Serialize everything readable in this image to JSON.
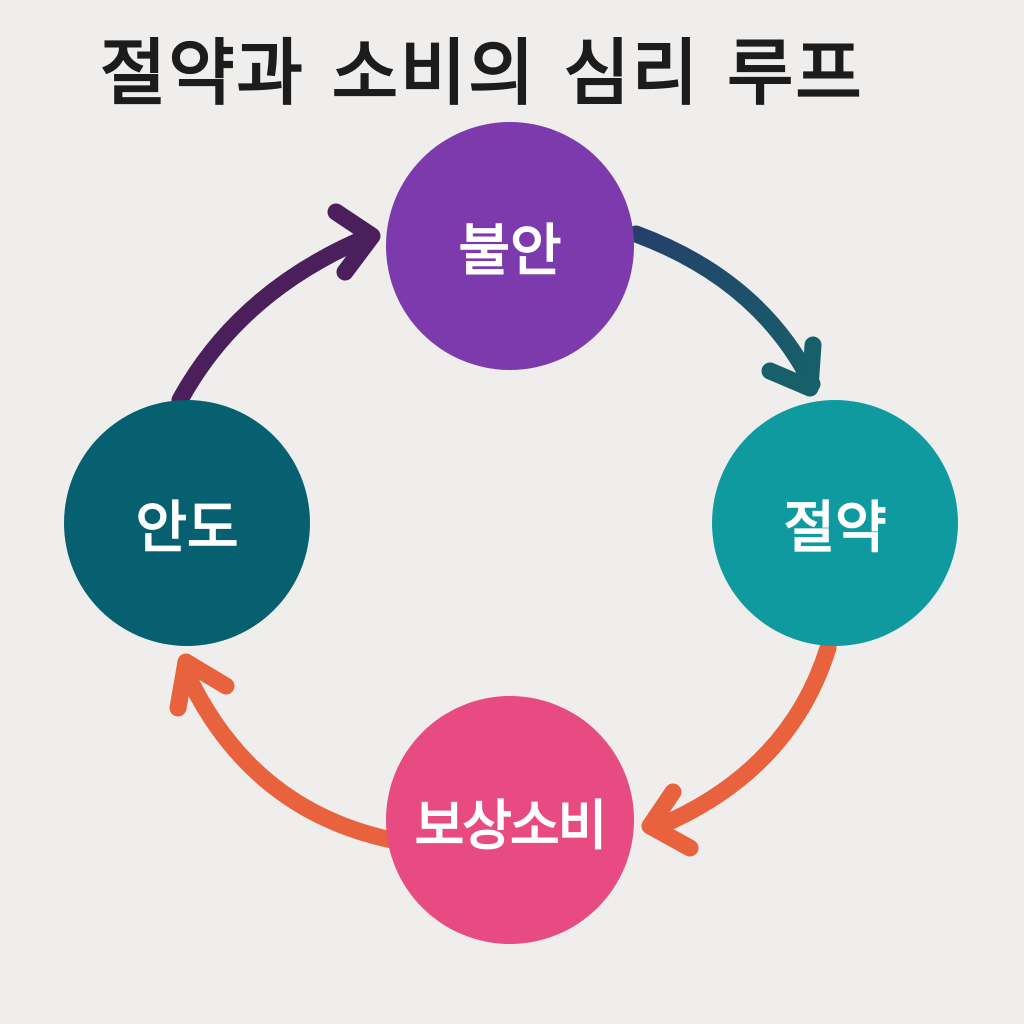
{
  "title": "절약과 소비의 심리 루프",
  "background_color": "#efeeec",
  "nodes": [
    {
      "id": "anxiety",
      "label": "불안",
      "color": "#7d3aad"
    },
    {
      "id": "saving",
      "label": "절약",
      "color": "#0f9aa0"
    },
    {
      "id": "reward",
      "label": "보상소비",
      "color": "#e84a82"
    },
    {
      "id": "relief",
      "label": "안도",
      "color": "#06606f"
    }
  ],
  "edges": [
    {
      "from": "불안",
      "to": "절약",
      "color": "#1f4f6a"
    },
    {
      "from": "절약",
      "to": "보상소비",
      "color": "#e8623e"
    },
    {
      "from": "보상소비",
      "to": "안도",
      "color": "#e8623e"
    },
    {
      "from": "안도",
      "to": "불안",
      "color": "#4a1f5c"
    }
  ]
}
